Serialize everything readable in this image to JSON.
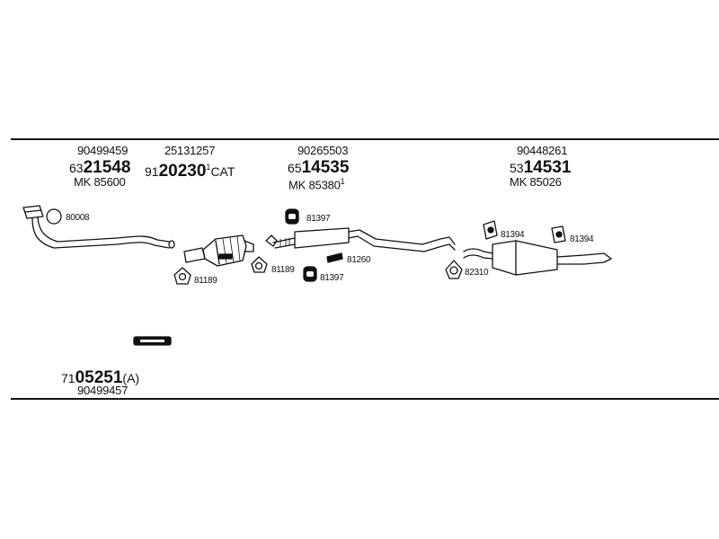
{
  "groups": [
    {
      "ref": "90499459",
      "part_prefix": "63",
      "part_main": "21548",
      "part_suffix": "",
      "mk": "MK  85600"
    },
    {
      "ref": "25131257",
      "part_prefix": "91",
      "part_main": "20230",
      "part_suffix": "CAT",
      "mk": ""
    },
    {
      "ref": "90265503",
      "part_prefix": "65",
      "part_main": "14535",
      "part_suffix": "",
      "mk": "MK  85380"
    },
    {
      "ref": "90448261",
      "part_prefix": "53",
      "part_main": "14531",
      "part_suffix": "",
      "mk": "MK  85026"
    }
  ],
  "superscripts": {
    "cat": "1",
    "mk2": "1"
  },
  "callouts": [
    "80008",
    "81189",
    "81189",
    "81397",
    "81260",
    "81397",
    "81394",
    "81394",
    "82310"
  ],
  "bottom": {
    "part_prefix": "71",
    "part_main": "05251",
    "part_suffix": "(A)",
    "ref": "90499457"
  }
}
